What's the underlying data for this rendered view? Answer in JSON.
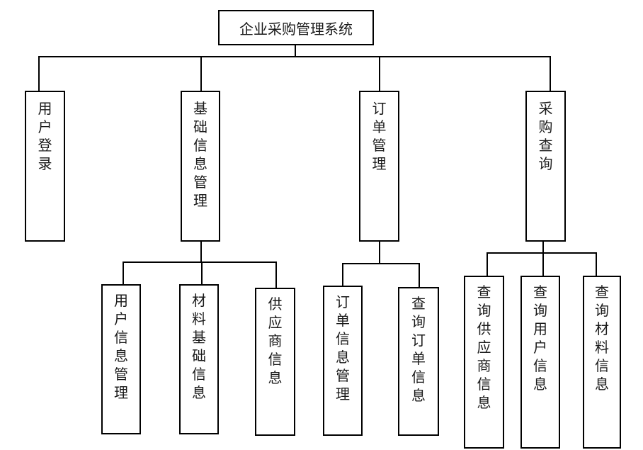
{
  "title": "企业采购管理系统",
  "modules": [
    {
      "label": "用户登录",
      "children": []
    },
    {
      "label": "基础信息管理",
      "children": [
        "用户信息管理",
        "材料基础信息",
        "供应商信息"
      ]
    },
    {
      "label": "订单管理",
      "children": [
        "订单信息管理",
        "查询订单信息"
      ]
    },
    {
      "label": "采购查询",
      "children": [
        "查询供应商信息",
        "查询用户信息",
        "查询材料信息"
      ]
    }
  ]
}
